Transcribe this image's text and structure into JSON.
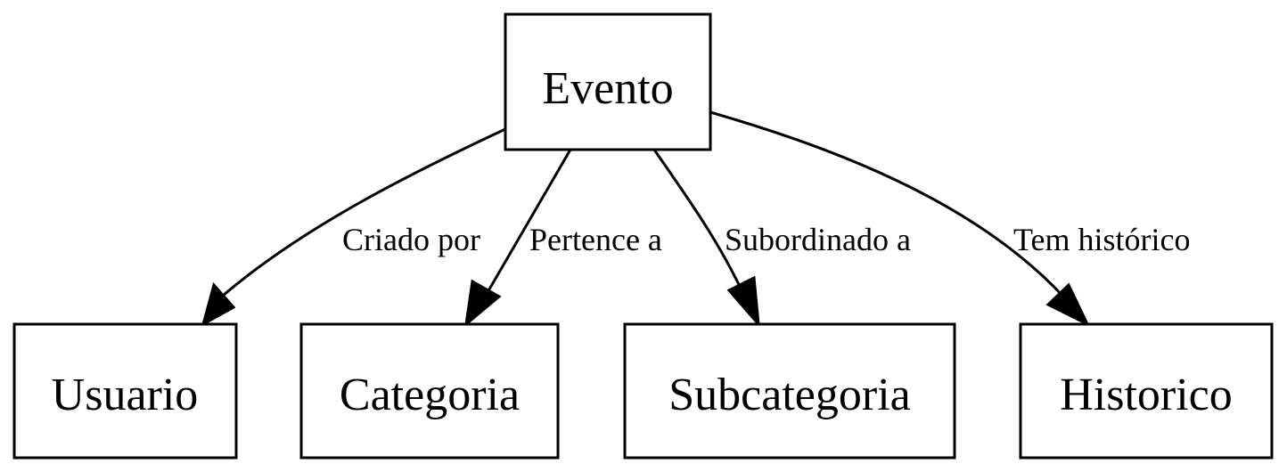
{
  "diagram": {
    "nodes": {
      "evento": "Evento",
      "usuario": "Usuario",
      "categoria": "Categoria",
      "subcategoria": "Subcategoria",
      "historico": "Historico"
    },
    "edges": {
      "criado_por": "Criado por",
      "pertence_a": "Pertence a",
      "subordinado_a": "Subordinado a",
      "tem_historico": "Tem histórico"
    }
  }
}
